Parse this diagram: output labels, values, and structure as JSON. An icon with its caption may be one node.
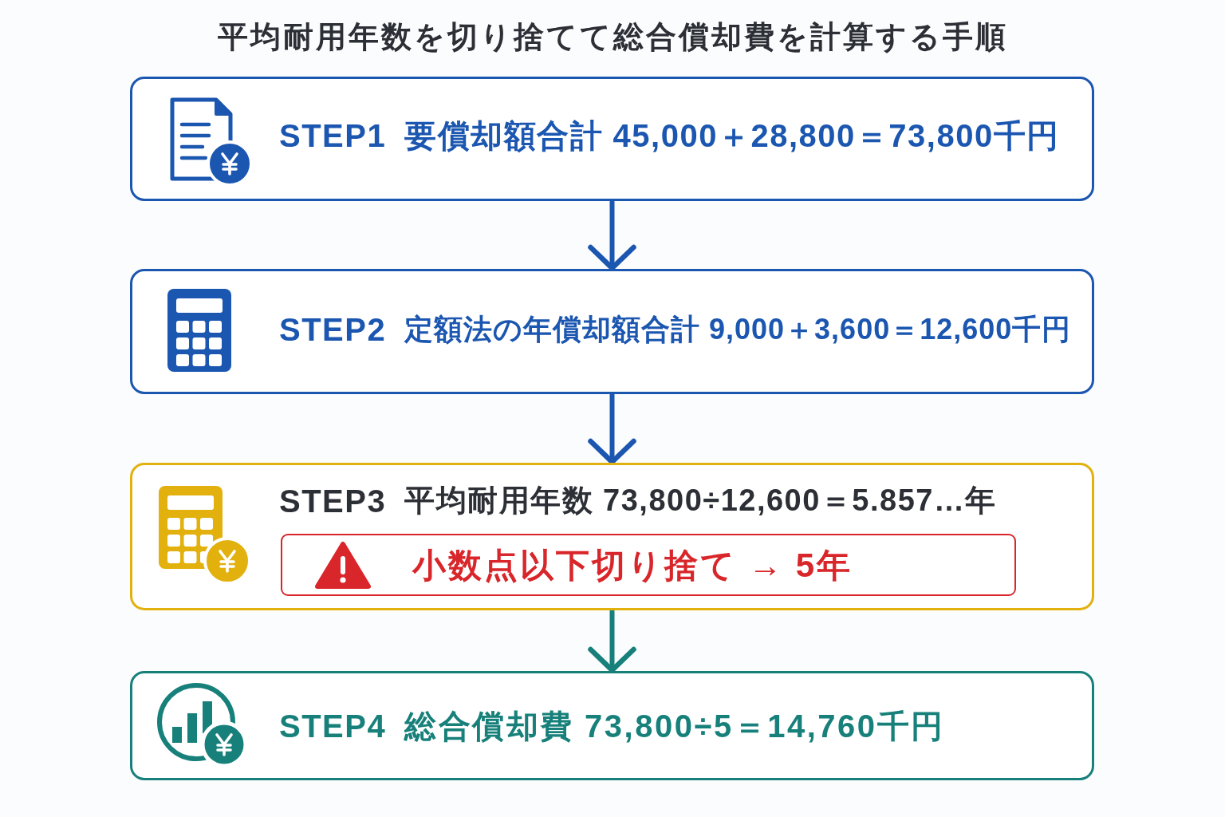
{
  "diagram": {
    "title": "平均耐用年数を切り捨てて総合償却費を計算する手順",
    "nodes": [
      {
        "text": [
          "STEP1",
          "要償却額合計 45,000＋28,800＝73,800千円"
        ]
      },
      {
        "text": [
          "STEP2",
          "定額法の年償却額合計 9,000＋3,600＝12,600千円"
        ]
      },
      {
        "text": [
          "STEP3",
          "平均耐用年数 73,800÷12,600＝5.857…年"
        ]
      },
      {
        "text": [
          "小数点以下切り捨て → 5年"
        ],
        "in": 2
      },
      {
        "text": [
          "STEP4",
          "総合償却費 73,800÷5＝14,760千円"
        ]
      }
    ],
    "edges": [
      {
        "from": 0,
        "to": 1,
        "arrow": "to"
      },
      {
        "from": 1,
        "to": 2,
        "arrow": "to"
      },
      {
        "from": 2,
        "to": 4,
        "arrow": "to",
        "color": "#17807a"
      }
    ]
  }
}
